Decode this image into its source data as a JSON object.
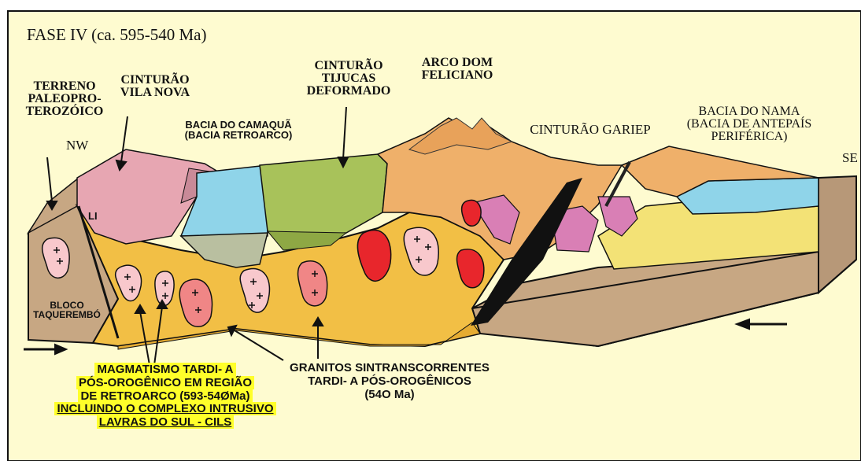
{
  "title": "FASE IV (ca. 595-540 Ma)",
  "labels": {
    "terreno": "TERRENO\nPALEOPRO-\nTEROZÓICO",
    "vila_nova": "CINTURÃO\nVILA NOVA",
    "camaqua": "BACIA DO CAMAQUÃ\n(BACIA RETROARCO)",
    "tijucas": "CINTURÃO\nTIJUCAS\nDEFORMADO",
    "arco": "ARCO DOM\nFELICIANO",
    "gariep": "CINTURÃO GARIEP",
    "nama": "BACIA DO NAMA\n(BACIA DE ANTEPAÍS\nPERIFÉRICA)",
    "nw": "NW",
    "se": "SE",
    "li": "LI",
    "bloco": "BLOCO\nTAQUEREMBÓ"
  },
  "caption_left": {
    "line1": "MAGMATISMO TARDI- A",
    "line2": "PÓS-OROGÊNICO EM REGIÃO",
    "line3": "DE RETROARCO (593-54ØMa)",
    "line4": "INCLUINDO O COMPLEXO INTRUSIVO",
    "line5": "LAVRAS DO SUL - CILS"
  },
  "caption_right": {
    "line1": "GRANITOS SINTRANSCORRENTES",
    "line2": "TARDI- A PÓS-OROGÊNICOS",
    "line3": "(54O Ma)"
  },
  "colors": {
    "background": "#fefbd0",
    "basement": "#c7a783",
    "crust_orange": "#f2bf45",
    "pink_belt": "#e7a6b2",
    "green_tijucas": "#a8c25a",
    "arc_orange": "#efb06a",
    "water_blue": "#8fd4e9",
    "nama_yellow": "#f3e276",
    "granite_pink": "#f8c8cc",
    "granite_red": "#e8262c",
    "highlight": "#ffff2a"
  }
}
